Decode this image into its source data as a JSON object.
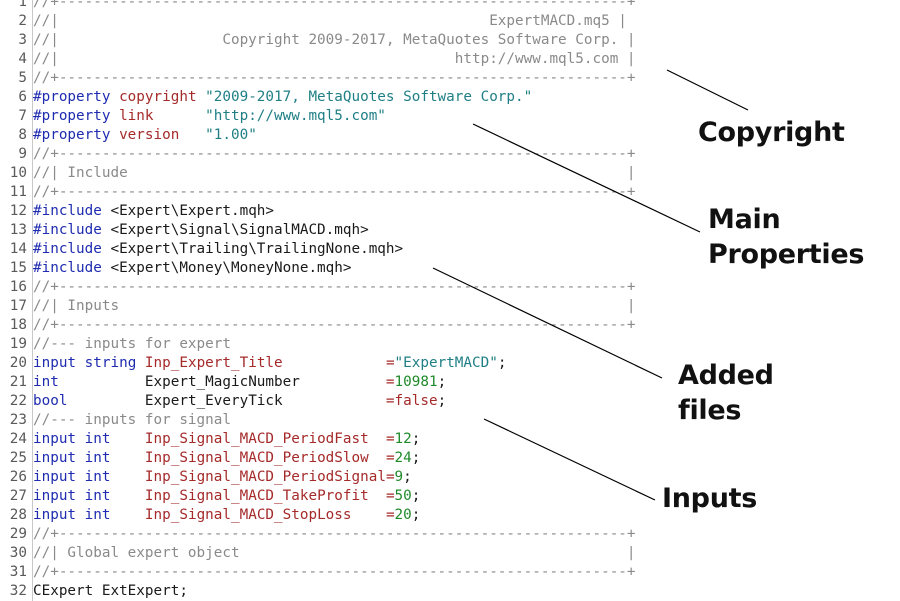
{
  "editor": {
    "lines": [
      {
        "n": "1",
        "tokens": [
          {
            "c": "comment",
            "t": "//+------------------------------------------------------------------+"
          }
        ]
      },
      {
        "n": "2",
        "tokens": [
          {
            "c": "comment",
            "t": "//|                                                  ExpertMACD.mq5 |"
          }
        ]
      },
      {
        "n": "3",
        "tokens": [
          {
            "c": "comment",
            "t": "//|                   Copyright 2009-2017, MetaQuotes Software Corp. |"
          }
        ]
      },
      {
        "n": "4",
        "tokens": [
          {
            "c": "comment",
            "t": "//|                                              http://www.mql5.com |"
          }
        ]
      },
      {
        "n": "5",
        "tokens": [
          {
            "c": "comment",
            "t": "//+------------------------------------------------------------------+"
          }
        ]
      },
      {
        "n": "6",
        "tokens": [
          {
            "c": "keyword",
            "t": "#property "
          },
          {
            "c": "ident",
            "t": "copyright "
          },
          {
            "c": "string",
            "t": "\"2009-2017, MetaQuotes Software Corp.\""
          }
        ]
      },
      {
        "n": "7",
        "tokens": [
          {
            "c": "keyword",
            "t": "#property "
          },
          {
            "c": "ident",
            "t": "link      "
          },
          {
            "c": "string",
            "t": "\"http://www.mql5.com\""
          }
        ]
      },
      {
        "n": "8",
        "tokens": [
          {
            "c": "keyword",
            "t": "#property "
          },
          {
            "c": "ident",
            "t": "version   "
          },
          {
            "c": "string",
            "t": "\"1.00\""
          }
        ]
      },
      {
        "n": "9",
        "tokens": [
          {
            "c": "comment",
            "t": "//+------------------------------------------------------------------+"
          }
        ]
      },
      {
        "n": "10",
        "tokens": [
          {
            "c": "comment",
            "t": "//| Include                                                          |"
          }
        ]
      },
      {
        "n": "11",
        "tokens": [
          {
            "c": "comment",
            "t": "//+------------------------------------------------------------------+"
          }
        ]
      },
      {
        "n": "12",
        "tokens": [
          {
            "c": "keyword",
            "t": "#include "
          },
          {
            "c": "plain",
            "t": "<Expert\\Expert.mqh>"
          }
        ]
      },
      {
        "n": "13",
        "tokens": [
          {
            "c": "keyword",
            "t": "#include "
          },
          {
            "c": "plain",
            "t": "<Expert\\Signal\\SignalMACD.mqh>"
          }
        ]
      },
      {
        "n": "14",
        "tokens": [
          {
            "c": "keyword",
            "t": "#include "
          },
          {
            "c": "plain",
            "t": "<Expert\\Trailing\\TrailingNone.mqh>"
          }
        ]
      },
      {
        "n": "15",
        "tokens": [
          {
            "c": "keyword",
            "t": "#include "
          },
          {
            "c": "plain",
            "t": "<Expert\\Money\\MoneyNone.mqh>"
          }
        ]
      },
      {
        "n": "16",
        "tokens": [
          {
            "c": "comment",
            "t": "//+------------------------------------------------------------------+"
          }
        ]
      },
      {
        "n": "17",
        "tokens": [
          {
            "c": "comment",
            "t": "//| Inputs                                                           |"
          }
        ]
      },
      {
        "n": "18",
        "tokens": [
          {
            "c": "comment",
            "t": "//+------------------------------------------------------------------+"
          }
        ]
      },
      {
        "n": "19",
        "tokens": [
          {
            "c": "comment",
            "t": "//--- inputs for expert"
          }
        ]
      },
      {
        "n": "20",
        "tokens": [
          {
            "c": "keyword",
            "t": "input "
          },
          {
            "c": "type",
            "t": "string "
          },
          {
            "c": "ident",
            "t": "Inp_Expert_Title            "
          },
          {
            "c": "op",
            "t": "="
          },
          {
            "c": "string",
            "t": "\"ExpertMACD\""
          },
          {
            "c": "plain",
            "t": ";"
          }
        ]
      },
      {
        "n": "21",
        "tokens": [
          {
            "c": "type",
            "t": "int          "
          },
          {
            "c": "plain",
            "t": "Expert_MagicNumber          "
          },
          {
            "c": "op",
            "t": "="
          },
          {
            "c": "number",
            "t": "10981"
          },
          {
            "c": "plain",
            "t": ";"
          }
        ]
      },
      {
        "n": "22",
        "tokens": [
          {
            "c": "type",
            "t": "bool         "
          },
          {
            "c": "plain",
            "t": "Expert_EveryTick            "
          },
          {
            "c": "op",
            "t": "="
          },
          {
            "c": "bool",
            "t": "false"
          },
          {
            "c": "plain",
            "t": ";"
          }
        ]
      },
      {
        "n": "23",
        "tokens": [
          {
            "c": "comment",
            "t": "//--- inputs for signal"
          }
        ]
      },
      {
        "n": "24",
        "tokens": [
          {
            "c": "keyword",
            "t": "input "
          },
          {
            "c": "type",
            "t": "int    "
          },
          {
            "c": "ident",
            "t": "Inp_Signal_MACD_PeriodFast  "
          },
          {
            "c": "op",
            "t": "="
          },
          {
            "c": "number",
            "t": "12"
          },
          {
            "c": "plain",
            "t": ";"
          }
        ]
      },
      {
        "n": "25",
        "tokens": [
          {
            "c": "keyword",
            "t": "input "
          },
          {
            "c": "type",
            "t": "int    "
          },
          {
            "c": "ident",
            "t": "Inp_Signal_MACD_PeriodSlow  "
          },
          {
            "c": "op",
            "t": "="
          },
          {
            "c": "number",
            "t": "24"
          },
          {
            "c": "plain",
            "t": ";"
          }
        ]
      },
      {
        "n": "26",
        "tokens": [
          {
            "c": "keyword",
            "t": "input "
          },
          {
            "c": "type",
            "t": "int    "
          },
          {
            "c": "ident",
            "t": "Inp_Signal_MACD_PeriodSignal"
          },
          {
            "c": "op",
            "t": "="
          },
          {
            "c": "number",
            "t": "9"
          },
          {
            "c": "plain",
            "t": ";"
          }
        ]
      },
      {
        "n": "27",
        "tokens": [
          {
            "c": "keyword",
            "t": "input "
          },
          {
            "c": "type",
            "t": "int    "
          },
          {
            "c": "ident",
            "t": "Inp_Signal_MACD_TakeProfit  "
          },
          {
            "c": "op",
            "t": "="
          },
          {
            "c": "number",
            "t": "50"
          },
          {
            "c": "plain",
            "t": ";"
          }
        ]
      },
      {
        "n": "28",
        "tokens": [
          {
            "c": "keyword",
            "t": "input "
          },
          {
            "c": "type",
            "t": "int    "
          },
          {
            "c": "ident",
            "t": "Inp_Signal_MACD_StopLoss    "
          },
          {
            "c": "op",
            "t": "="
          },
          {
            "c": "number",
            "t": "20"
          },
          {
            "c": "plain",
            "t": ";"
          }
        ]
      },
      {
        "n": "29",
        "tokens": [
          {
            "c": "comment",
            "t": "//+------------------------------------------------------------------+"
          }
        ]
      },
      {
        "n": "30",
        "tokens": [
          {
            "c": "comment",
            "t": "//| Global expert object                                             |"
          }
        ]
      },
      {
        "n": "31",
        "tokens": [
          {
            "c": "comment",
            "t": "//+------------------------------------------------------------------+"
          }
        ]
      },
      {
        "n": "32",
        "tokens": [
          {
            "c": "plain",
            "t": "CExpert ExtExpert;"
          }
        ]
      }
    ]
  },
  "annotations": [
    {
      "id": "copyright",
      "label": "Copyright"
    },
    {
      "id": "main-properties",
      "label": "Main\nProperties"
    },
    {
      "id": "added-files",
      "label": "Added files"
    },
    {
      "id": "inputs",
      "label": "Inputs"
    }
  ]
}
